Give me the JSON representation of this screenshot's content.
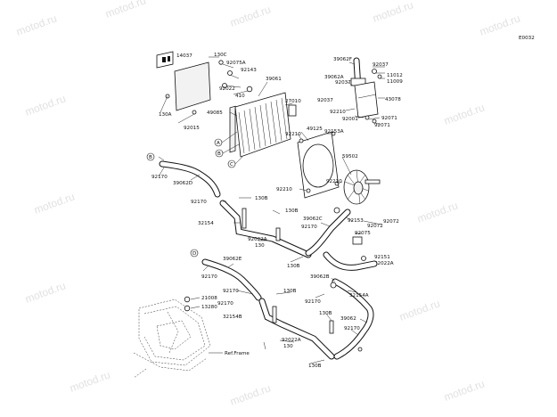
{
  "diagram_code": "E0032",
  "watermark": "motod.ru",
  "callouts": {
    "a": "A",
    "b": "B",
    "c": "C",
    "d": "D"
  },
  "frame_label": "Ref.Frame",
  "parts": {
    "p14037": "14037",
    "p130a": "130A",
    "p92015": "92015",
    "p130c": "130C",
    "p92075a": "92075A",
    "p92143": "92143",
    "p92022": "92022",
    "p410": "410",
    "p39061": "39061",
    "p27010": "27010",
    "p49085": "49085",
    "p39062f": "39062F",
    "p92037a": "92037",
    "p11012": "11012",
    "p11009": "11009",
    "p39062a": "39062A",
    "p92037b": "92037",
    "p92037c": "92037",
    "p43078": "43078",
    "p92210a": "92210",
    "p92001": "92001",
    "p92071a": "92071",
    "p92071b": "92071",
    "p49125": "49125",
    "p92210b": "92210",
    "p92153a": "92153A",
    "p59502": "59502",
    "p92210c": "92210",
    "p92210d": "92210",
    "p92170a": "92170",
    "p39062d": "39062D",
    "p92170b": "92170",
    "p130b1": "130B",
    "p130b2": "130B",
    "p32154": "32154",
    "p39062c": "39062C",
    "p92170c": "92170",
    "p92153": "92153",
    "p92072": "92072",
    "p92022a1": "92022A",
    "p130a2": "130",
    "p92075": "92075",
    "p130b3": "130B",
    "p92151": "92151",
    "p92022a2": "92022A",
    "p39062e": "39062E",
    "p92170d": "92170",
    "p39062b": "39062B",
    "p92170e": "92170",
    "p130b4": "130B",
    "p32154a": "32154A",
    "p21008": "21008",
    "p13280": "13280",
    "p92170f": "92170",
    "p92170g": "92170",
    "p32154b": "32154B",
    "p130b5": "130B",
    "p39062": "39062",
    "p92170h": "92170",
    "p92022a3": "92022A",
    "p130b6": "130",
    "p130b7": "130B"
  }
}
